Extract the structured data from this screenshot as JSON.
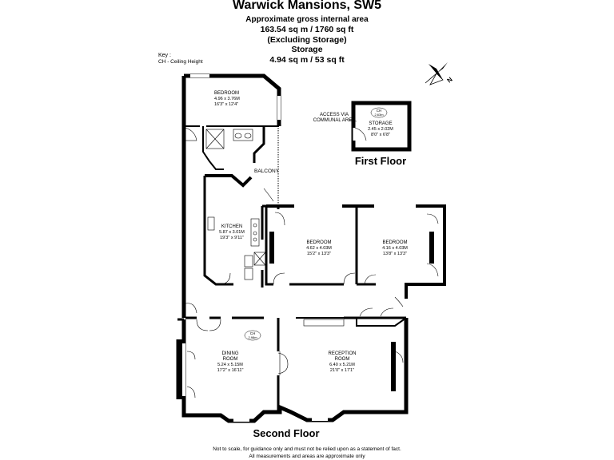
{
  "header": {
    "title": "Warwick Mansions, SW5",
    "area_heading": "Approximate gross internal area",
    "area_total": "163.54 sq m / 1760 sq ft",
    "area_note": "(Excluding Storage)",
    "storage_heading": "Storage",
    "storage_area": "4.94 sq m / 53 sq ft"
  },
  "key": {
    "title": "Key :",
    "ch": "CH - Ceiling Height"
  },
  "compass": {
    "north_label": "N"
  },
  "floors": {
    "first": "First Floor",
    "second": "Second Floor"
  },
  "access_note": [
    "ACCESS VIA",
    "COMMUNAL AREA"
  ],
  "storage": {
    "ch_label": [
      "CH",
      "2.63m"
    ],
    "name": "STORAGE",
    "metric": "2.45 x 2.02M",
    "imperial": "8'0\" x 6'8\""
  },
  "rooms": {
    "bedroom1": {
      "name": "BEDROOM",
      "metric": "4.96 x 3.76M",
      "imperial": "16'3\" x 12'4\""
    },
    "balcony": {
      "name": "BALCONY"
    },
    "kitchen": {
      "name": "KITCHEN",
      "metric": "5.87 x 3.01M",
      "imperial": "19'3\" x 9'11\""
    },
    "bedroom2": {
      "name": "BEDROOM",
      "metric": "4.62 x 4.03M",
      "imperial": "15'2\" x 13'3\""
    },
    "bedroom3": {
      "name": "BEDROOM",
      "metric": "4.16 x 4.03M",
      "imperial": "13'8\" x 13'3\""
    },
    "dining": {
      "name": "DINING",
      "name2": "ROOM",
      "metric": "5.24 x 5.15M",
      "imperial": "17'2\" x 16'11\"",
      "ch_label": [
        "CH",
        "2.98m"
      ]
    },
    "reception": {
      "name": "RECEPTION",
      "name2": "ROOM",
      "metric": "6.40 x 5.21M",
      "imperial": "21'0\" x 17'1\""
    }
  },
  "footer": {
    "line1": "Not to scale, for guidance only and must not be relied upon as a statement of fact.",
    "line2": "All measurements and areas are approximate only"
  },
  "colors": {
    "wall": "#000000",
    "window": "#ffffff",
    "background": "#ffffff"
  }
}
